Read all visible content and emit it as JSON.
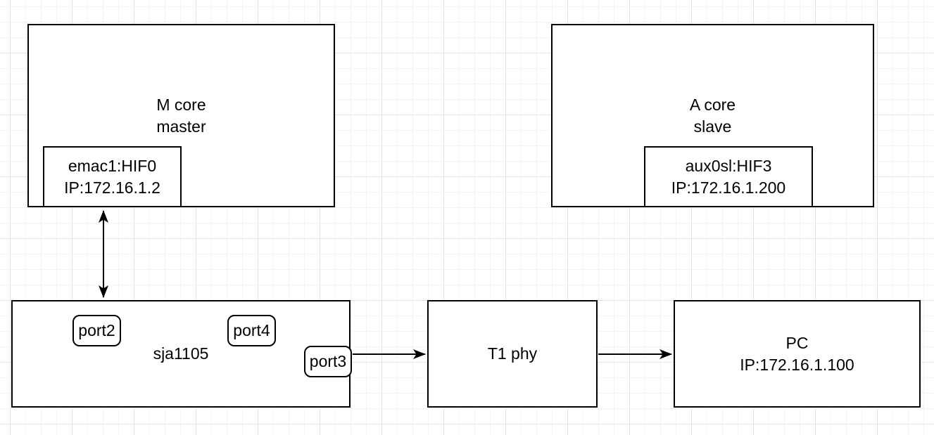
{
  "canvas": {
    "background_color": "#ffffff",
    "grid_minor_color": "#f4f4f4",
    "grid_major_color": "#e3e3e3",
    "stroke_color": "#000000"
  },
  "nodes": {
    "m_core": {
      "title": "M core",
      "subtitle": "master"
    },
    "emac1": {
      "name": "emac1:HIF0",
      "ip": "IP:172.16.1.2"
    },
    "a_core": {
      "title": "A core",
      "subtitle": "slave"
    },
    "aux0sl": {
      "name": "aux0sl:HIF3",
      "ip": "IP:172.16.1.200"
    },
    "sja1105": {
      "label": "sja1105",
      "ports": {
        "port2": "port2",
        "port3": "port3",
        "port4": "port4"
      }
    },
    "t1_phy": {
      "label": "T1 phy"
    },
    "pc": {
      "name": "PC",
      "ip": "IP:172.16.1.100"
    }
  },
  "edges": [
    {
      "from": "emac1:HIF0 (M core)",
      "to": "sja1105",
      "direction": "bidirectional"
    },
    {
      "from": "sja1105 port3",
      "to": "T1 phy",
      "direction": "forward"
    },
    {
      "from": "T1 phy",
      "to": "PC",
      "direction": "forward"
    }
  ]
}
